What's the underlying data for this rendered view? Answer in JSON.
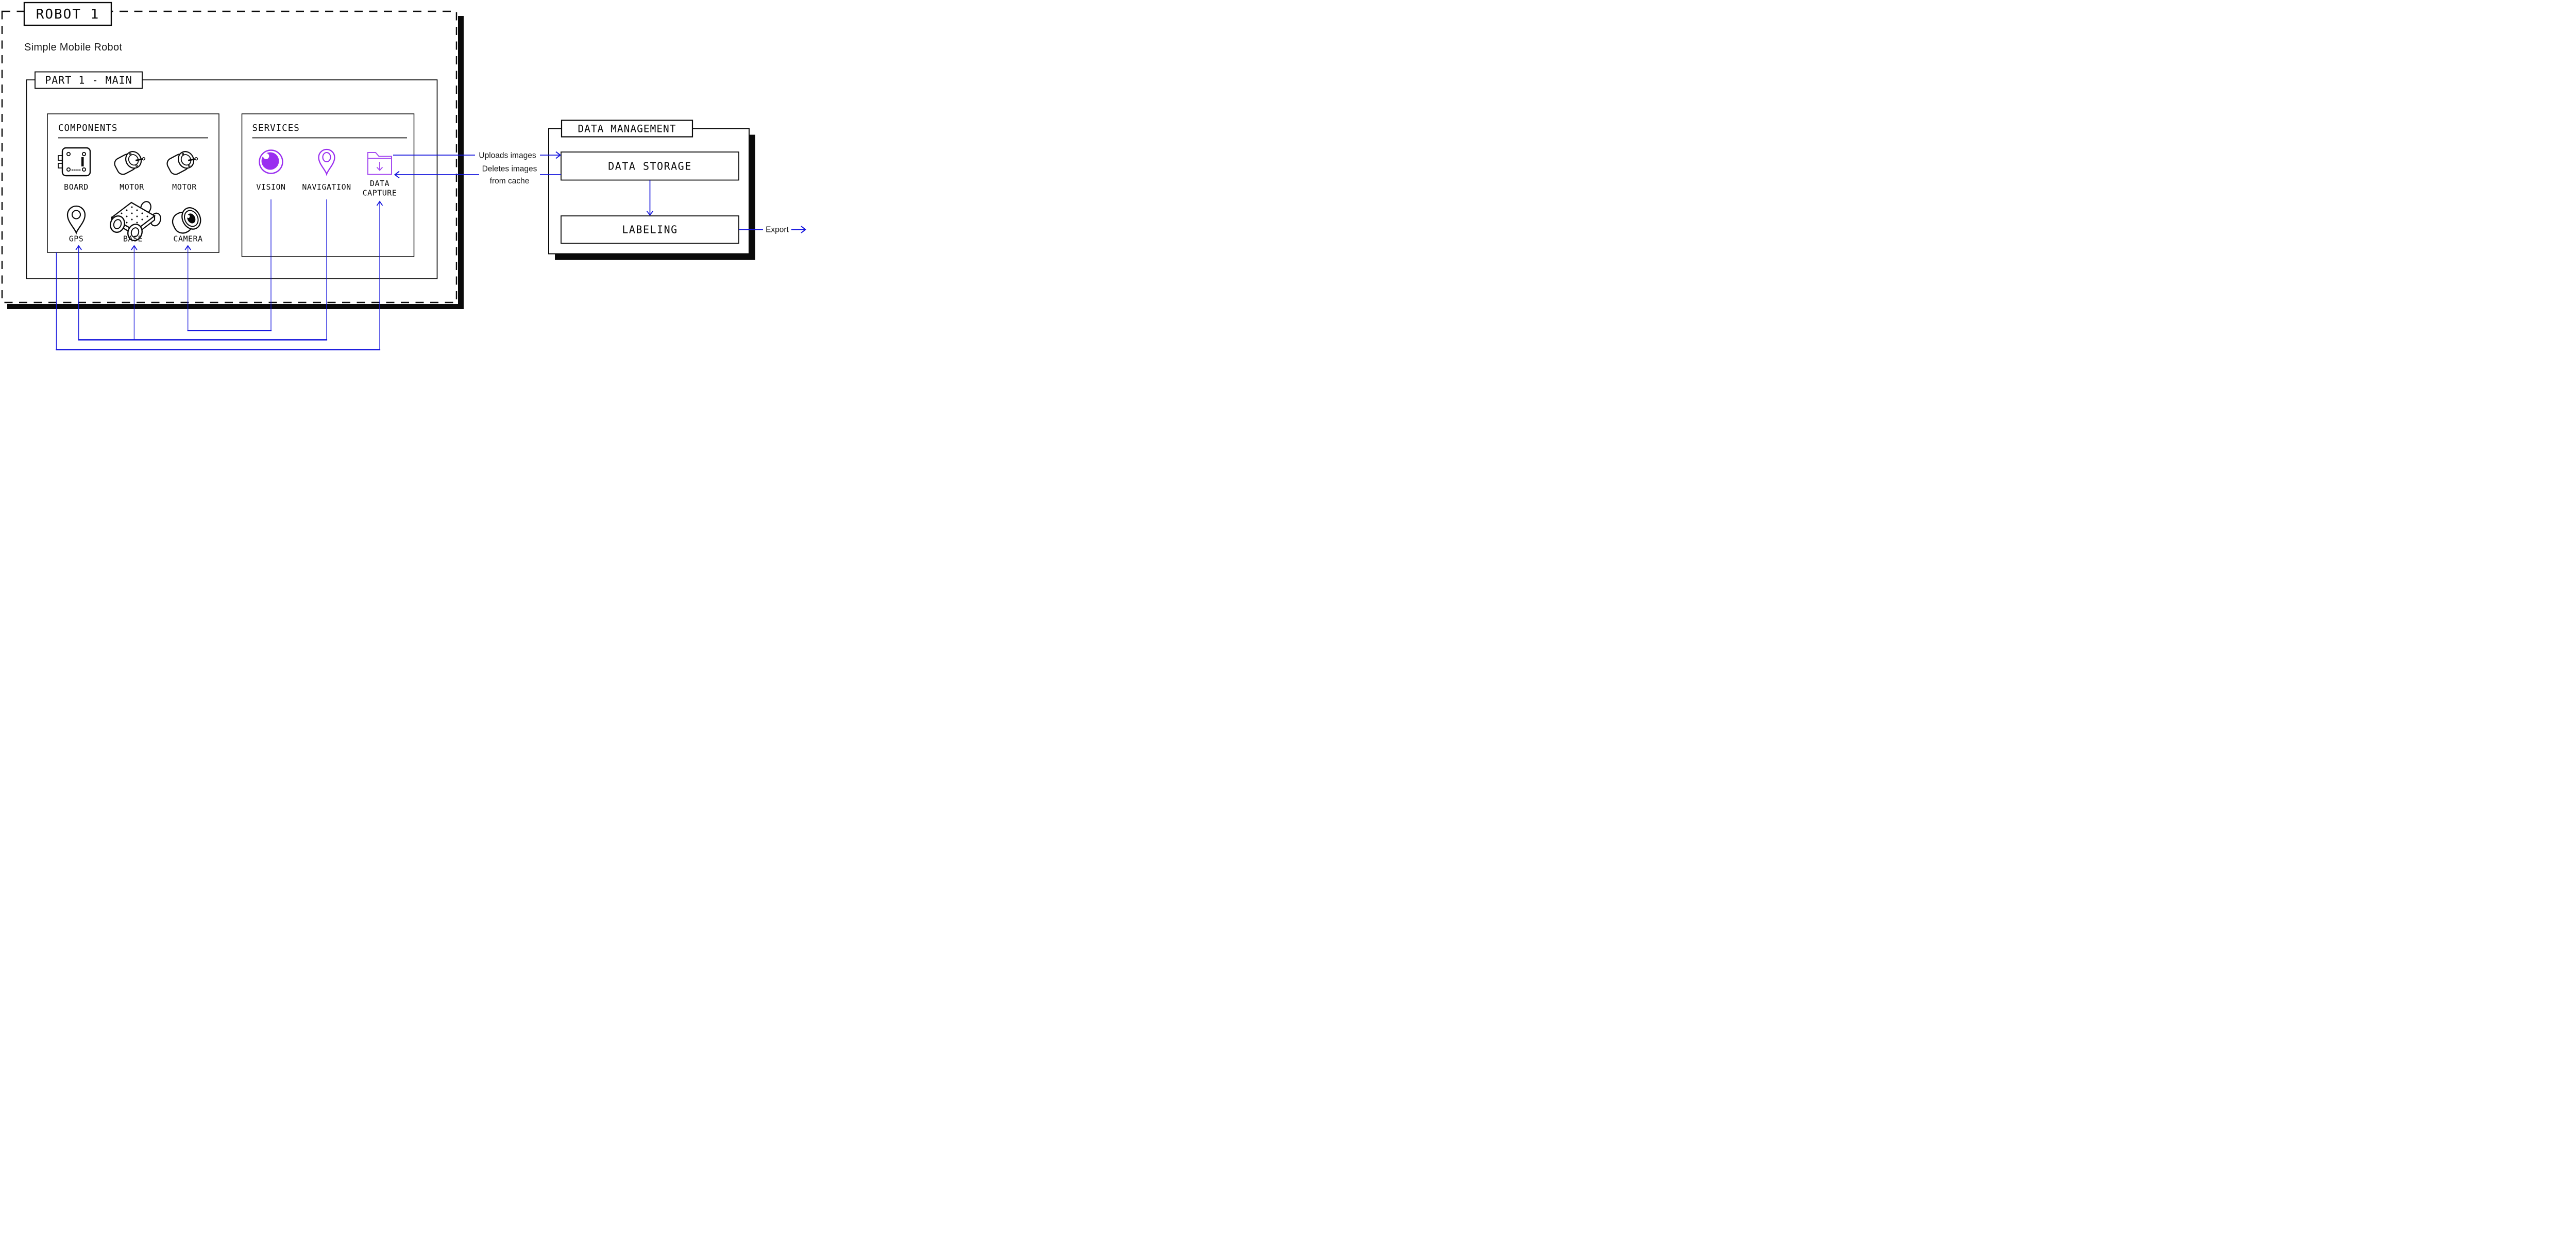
{
  "colors": {
    "ink": "#0a0a0a",
    "wire_blue": "#1414dd",
    "accent_purple": "#9a2ff0",
    "folder_purple": "#a64df0",
    "background": "#ffffff"
  },
  "robot": {
    "title": "ROBOT 1",
    "subtitle": "Simple Mobile Robot",
    "part": {
      "title": "PART 1 - MAIN",
      "components": {
        "heading": "COMPONENTS",
        "items": [
          {
            "label": "BOARD",
            "icon": "circuit-board-icon"
          },
          {
            "label": "MOTOR",
            "icon": "motor-icon"
          },
          {
            "label": "MOTOR",
            "icon": "motor-icon"
          },
          {
            "label": "GPS",
            "icon": "map-pin-icon"
          },
          {
            "label": "BASE",
            "icon": "rover-base-icon"
          },
          {
            "label": "CAMERA",
            "icon": "camera-lens-icon"
          }
        ]
      },
      "services": {
        "heading": "SERVICES",
        "items": [
          {
            "label": "VISION",
            "icon": "eye-icon"
          },
          {
            "label": "NAVIGATION",
            "icon": "map-pin-icon"
          },
          {
            "label_lines": [
              "DATA",
              "CAPTURE"
            ],
            "icon": "folder-download-icon"
          }
        ]
      }
    }
  },
  "data_management": {
    "title": "DATA MANAGEMENT",
    "storage_label": "DATA STORAGE",
    "labeling_label": "LABELING"
  },
  "connections": {
    "uploads_label": "Uploads images",
    "deletes_label_lines": [
      "Deletes images",
      "from cache"
    ],
    "export_label": "Export"
  }
}
